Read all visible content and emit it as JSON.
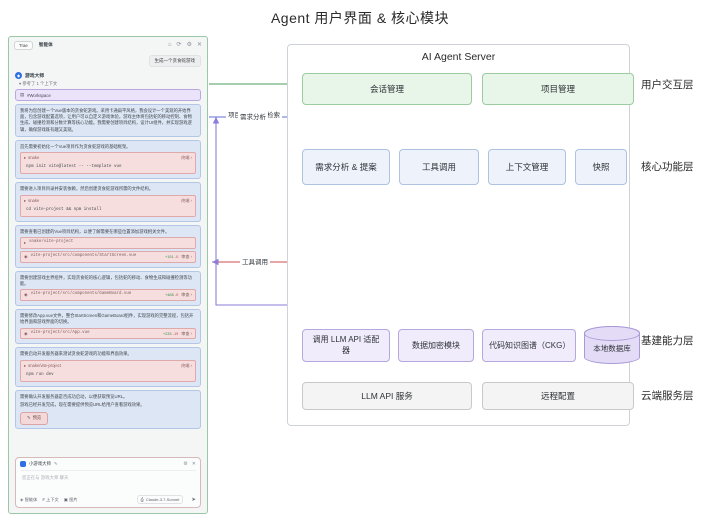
{
  "page": {
    "title": "Agent 用户界面 & 核心模块"
  },
  "ide": {
    "brand": "Trae",
    "tab": "智能体",
    "icons": {
      "headset": "⌂",
      "history": "⟳",
      "gear": "⚙",
      "close": "✕"
    },
    "user_prompt": "生成一个贪食蛇游戏",
    "assistant_name": "游戏大师",
    "context_line": "参考了 1 个上下文",
    "workspace_chip": "#Workspace",
    "messages": [
      {
        "id": "m1",
        "text": "我将为您创建一个Vue版本的贪食蛇游戏。采用卡通扁平风格，我会设计一个美观的开始界面，包含游戏配置选项，让用户可以自定义游戏体验。游戏主体将包括蛇的移动控制、食物生成、碰撞检测和分数计算等核心功能。我需要创建项目结构，设计UI组件，并实现游戏逻辑，确保游戏既有趣又美观。"
      },
      {
        "id": "m2",
        "text": "首先需要初始化一个Vue项目作为贪食蛇游戏的基础框架。",
        "tool": "snake",
        "action": "终端 ›",
        "command": "npm init vite@latest -- --template vue"
      },
      {
        "id": "m3",
        "text": "需要进入项目目录并安装依赖，然后创建贪食蛇游戏所需的文件结构。",
        "tool": "snake",
        "action": "终端 ›",
        "command": "cd vite-project && npm install"
      },
      {
        "id": "m4",
        "text": "需要查看已创建的Vue项目结构，以便了解需要在哪些位置添加游戏相关文件。",
        "tool": "snake/vite-project",
        "files": [
          {
            "path": "vite-project/src/components/StartScreen.vue",
            "plus": "+151",
            "minus": "-0",
            "view": "审查 ›"
          }
        ]
      },
      {
        "id": "m5",
        "text": "需要创建游戏主界组件，实现贪食蛇的核心逻辑，包括蛇的移动、食物生成和碰撞检测等功能。",
        "files": [
          {
            "path": "vite-project/src/components/GameBoard.vue",
            "plus": "+488",
            "minus": "-0",
            "view": "审查 ›"
          }
        ]
      },
      {
        "id": "m6",
        "text": "需要修改App.vue文件，整合StartScreen和GameBoard组件，实现游戏的完整流程，包括开始界面和游戏界面的切换。",
        "files": [
          {
            "path": "vite-project/src/App.vue",
            "plus": "+233",
            "minus": "-19",
            "view": "审查 ›"
          }
        ]
      },
      {
        "id": "m7",
        "text": "需要启动开发服务器来测试贪食蛇游戏的功能和界面效果。",
        "tool": "snake/vite-project",
        "action": "终端 ›",
        "command": "npm run dev"
      },
      {
        "id": "m8",
        "text": "需要确认开发服务器是否成功启动，以便获取预览URL。",
        "text2": "游戏已经开发完成，现在需要提供预览URL给用户查看游戏效果。",
        "button": "预览"
      }
    ],
    "composer": {
      "agent_name": "小游戏大师",
      "pen_icon": "✎",
      "gear_icon": "⚙",
      "close_icon": "✕",
      "placeholder": "您正在与 游戏大师 聊天",
      "chips": [
        "智能体",
        "上下文",
        "图片"
      ],
      "chip_icons": [
        "◈",
        "#",
        "▣"
      ],
      "model": "Claude-3.7-Sonnet",
      "model_icon": "⎙",
      "send_icon": "➤"
    }
  },
  "diagram": {
    "server_title": "AI Agent Server",
    "layers": [
      {
        "label": "用户交互层",
        "style": "green",
        "nodes": [
          {
            "text": "会话管理",
            "w": 170
          },
          {
            "text": "项目管理",
            "w": 152
          }
        ]
      },
      {
        "label": "核心功能层",
        "style": "blue",
        "nodes": [
          {
            "text": "需求分析 & 提案",
            "w": 88
          },
          {
            "text": "工具调用",
            "w": 80
          },
          {
            "text": "上下文管理",
            "w": 78
          },
          {
            "text": "快照",
            "w": 52
          }
        ]
      },
      {
        "label": "基建能力层",
        "style": "purple",
        "nodes": [
          {
            "text": "调用 LLM API 适配器",
            "w": 88
          },
          {
            "text": "数据加密模块",
            "w": 76
          },
          {
            "text": "代码知识图谱（CKG）",
            "w": 94
          },
          {
            "text": "本地数据库",
            "w": 56,
            "shape": "cylinder"
          }
        ]
      },
      {
        "label": "云端服务层",
        "style": "grey",
        "nodes": [
          {
            "text": "LLM API 服务",
            "w": 170
          },
          {
            "text": "远程配置",
            "w": 152
          }
        ]
      }
    ],
    "edges": [
      {
        "id": "e1",
        "label": "",
        "color": "#4a9e5c"
      },
      {
        "id": "e2",
        "label": "项目索引信息检索",
        "color": "#8b7dd8"
      },
      {
        "id": "e3",
        "label": "需求分析",
        "color": "#5b6fd8"
      },
      {
        "id": "e4",
        "label": "工具调用",
        "color": "#cc4e4e"
      }
    ],
    "colors": {
      "green": "#9ccc9f",
      "blue": "#aec3e0",
      "purple": "#b6a7de",
      "grey": "#c9c9c9",
      "arrow_green": "#4a9e5c",
      "arrow_purple": "#8b7dd8",
      "arrow_blue": "#5b6fd8",
      "arrow_red": "#cc4e4e"
    }
  }
}
